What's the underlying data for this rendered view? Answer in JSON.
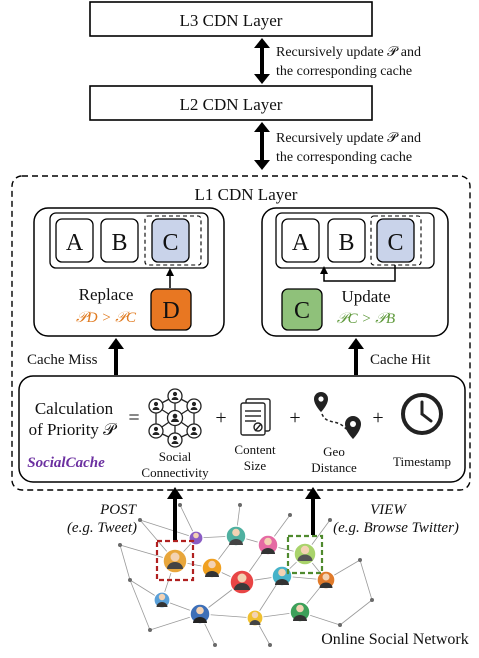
{
  "layers": {
    "l3": "L3 CDN Layer",
    "l2": "L2 CDN Layer",
    "l1": "L1 CDN Layer"
  },
  "links": {
    "l3_l2_line1": "Recursively update 𝒫 and",
    "l3_l2_line2": "the corresponding cache",
    "l2_l1_line1": "Recursively update 𝒫 and",
    "l2_l1_line2": "the corresponding cache"
  },
  "miss_panel": {
    "slots": [
      "A",
      "B",
      "C"
    ],
    "new_item": "D",
    "action": "Replace",
    "condition": "𝒫D > 𝒫C"
  },
  "hit_panel": {
    "slots": [
      "A",
      "B",
      "C"
    ],
    "hit_item": "C",
    "action": "Update",
    "condition": "𝒫C > 𝒫B"
  },
  "events": {
    "miss": "Cache Miss",
    "hit": "Cache Hit"
  },
  "priority": {
    "label_line1": "Calculation",
    "label_line2": "of Priority 𝒫",
    "equals": "=",
    "plus": "+",
    "brand": "SocialCache",
    "factors": [
      {
        "line1": "Social",
        "line2": "Connectivity",
        "icon": "social-network-icon"
      },
      {
        "line1": "Content",
        "line2": "Size",
        "icon": "document-icon"
      },
      {
        "line1": "Geo",
        "line2": "Distance",
        "icon": "route-pin-icon"
      },
      {
        "line1": "Timestamp",
        "line2": "",
        "icon": "clock-icon"
      }
    ]
  },
  "network": {
    "post_line1": "POST",
    "post_line2": "(e.g. Tweet)",
    "view_line1": "VIEW",
    "view_line2": "(e.g. Browse Twitter)",
    "label": "Online Social Network"
  },
  "colors": {
    "slot_highlight": "#c9d3ea",
    "orange": "#e87722",
    "green": "#8fc17a",
    "orange_text": "#e07a1f",
    "green_text": "#5f9a3c",
    "brand": "#6b2fa0",
    "post_box": "#b02020",
    "view_box": "#4f8a2e"
  }
}
